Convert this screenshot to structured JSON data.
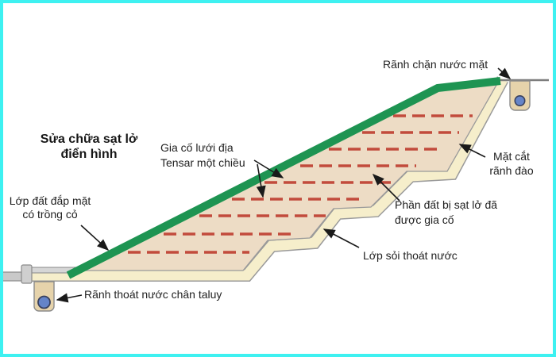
{
  "figure": {
    "title": {
      "line1": "Sửa chữa sạt lở",
      "line2": "điển hình"
    },
    "labels": {
      "crest_drain": "Rãnh chặn nước mặt",
      "geogrid_line1": "Gia cố lưới địa",
      "geogrid_line2": "Tensar một chiều",
      "trench_line1": "Mặt cắt",
      "trench_line2": "rãnh đào",
      "topsoil_line1": "Lớp đất đắp mặt",
      "topsoil_line2": "có trồng cỏ",
      "reinforced_line1": "Phần đất bị sạt lở đã",
      "reinforced_line2": "được gia cố",
      "gravel": "Lớp sỏi thoát nước",
      "toe_drain": "Rãnh thoát nước chân taluy"
    },
    "colors": {
      "frame_border": "#3ef1f1",
      "grass_green": "#1e9452",
      "soil_fill": "#eddcc5",
      "gravel_band": "#f6eecb",
      "geogrid_red": "#c24b3c",
      "drain_pipe_blue": "#6584c8",
      "drain_box_tan": "#e6d3ab",
      "structure_gray": "#8a8a8a",
      "text": "#1f1f1f"
    }
  }
}
